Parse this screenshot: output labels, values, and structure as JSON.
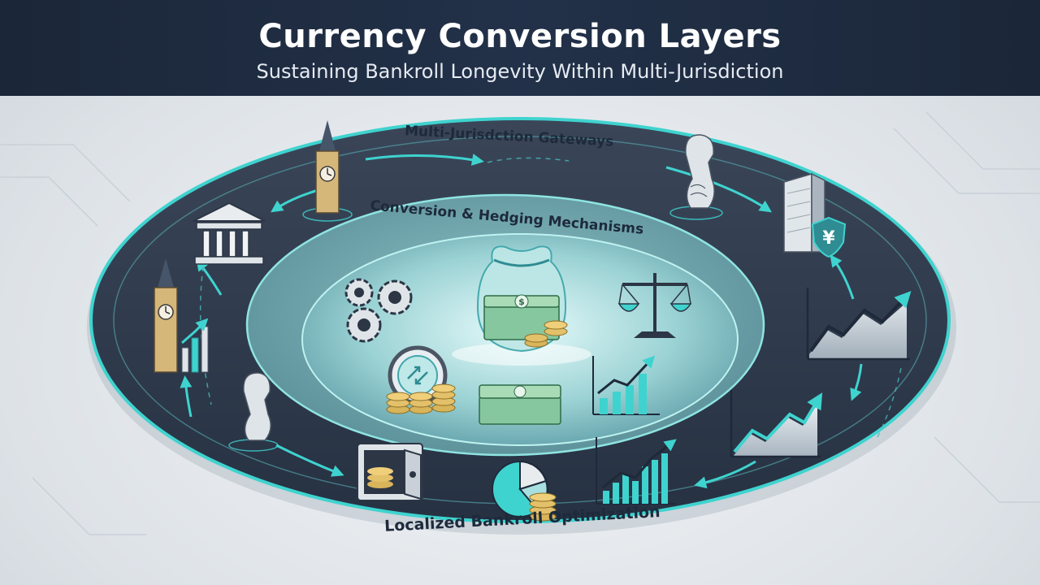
{
  "header": {
    "title": "Currency Conversion Layers",
    "subtitle": "Sustaining Bankroll Longevity Within Multi-Jurisdiction"
  },
  "rings": {
    "outer_label": "Multi-Jurisdction Gateways",
    "middle_label": "Conversion & Hedging Mechanisms",
    "bottom_label": "Localized Bankroll Optimization"
  },
  "icons": {
    "yen_symbol": "¥",
    "dollar_symbol": "$"
  },
  "colors": {
    "header_bg": "#1b2638",
    "accent_teal": "#3fd3cf",
    "ring_dark": "#2a3547",
    "inner_glow": "#9fdad9"
  }
}
